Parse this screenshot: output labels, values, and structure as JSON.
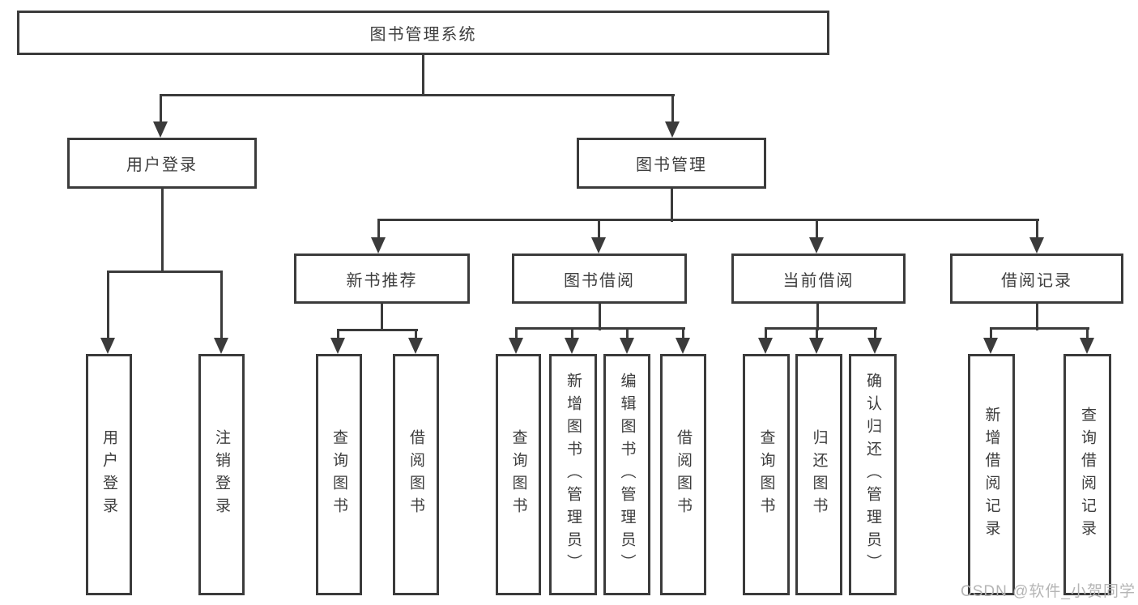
{
  "colors": {
    "line": "#3b3b3b",
    "text": "#3d3d3d",
    "watermark": "#b5b5b5",
    "bg": "#ffffff"
  },
  "watermark": "CSDN @软件_小贺同学",
  "nodes": {
    "root": {
      "label": "图书管理系统"
    },
    "user_login": {
      "label": "用户登录"
    },
    "book_mgmt": {
      "label": "图书管理"
    },
    "new_books": {
      "label": "新书推荐"
    },
    "book_borrow": {
      "label": "图书借阅"
    },
    "current_borrow": {
      "label": "当前借阅"
    },
    "borrow_records": {
      "label": "借阅记录"
    },
    "leaf_user_login": {
      "label": "用户登录"
    },
    "leaf_logout": {
      "label": "注销登录"
    },
    "leaf_nb_query": {
      "label": "查询图书"
    },
    "leaf_nb_borrow": {
      "label": "借阅图书"
    },
    "leaf_bb_query": {
      "label": "查询图书"
    },
    "leaf_bb_add": {
      "label": "新增图书（管理员）"
    },
    "leaf_bb_edit": {
      "label": "编辑图书（管理员）"
    },
    "leaf_bb_borrow": {
      "label": "借阅图书"
    },
    "leaf_cb_query": {
      "label": "查询图书"
    },
    "leaf_cb_return": {
      "label": "归还图书"
    },
    "leaf_cb_confirm": {
      "label": "确认归还（管理员）"
    },
    "leaf_br_add": {
      "label": "新增借阅记录"
    },
    "leaf_br_query": {
      "label": "查询借阅记录"
    }
  },
  "hierarchy": {
    "root": [
      "user_login",
      "book_mgmt"
    ],
    "user_login": [
      "leaf_user_login",
      "leaf_logout"
    ],
    "book_mgmt": [
      "new_books",
      "book_borrow",
      "current_borrow",
      "borrow_records"
    ],
    "new_books": [
      "leaf_nb_query",
      "leaf_nb_borrow"
    ],
    "book_borrow": [
      "leaf_bb_query",
      "leaf_bb_add",
      "leaf_bb_edit",
      "leaf_bb_borrow"
    ],
    "current_borrow": [
      "leaf_cb_query",
      "leaf_cb_return",
      "leaf_cb_confirm"
    ],
    "borrow_records": [
      "leaf_br_add",
      "leaf_br_query"
    ]
  }
}
